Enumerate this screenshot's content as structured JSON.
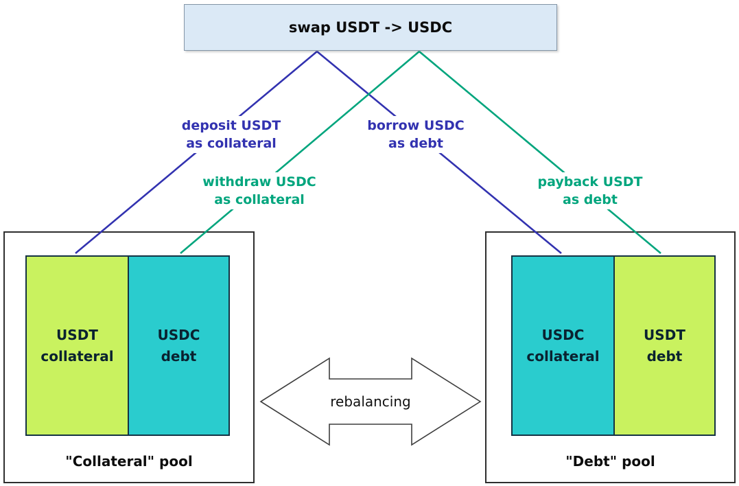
{
  "diagram": {
    "title": "swap USDT -> USDC",
    "edges": [
      {
        "id": "deposit",
        "line1": "deposit USDT",
        "line2": "as collateral",
        "color": "blue"
      },
      {
        "id": "borrow",
        "line1": "borrow USDC",
        "line2": "as debt",
        "color": "blue"
      },
      {
        "id": "withdraw",
        "line1": "withdraw USDC",
        "line2": "as collateral",
        "color": "teal"
      },
      {
        "id": "payback",
        "line1": "payback USDT",
        "line2": "as debt",
        "color": "teal"
      }
    ],
    "pools": [
      {
        "caption": "\"Collateral\" pool",
        "segments": [
          {
            "line1": "USDT",
            "line2": "collateral",
            "color": "green"
          },
          {
            "line1": "USDC",
            "line2": "debt",
            "color": "cyan"
          }
        ]
      },
      {
        "caption": "\"Debt\" pool",
        "segments": [
          {
            "line1": "USDC",
            "line2": "collateral",
            "color": "cyan"
          },
          {
            "line1": "USDT",
            "line2": "debt",
            "color": "green"
          }
        ]
      }
    ],
    "rebalancing_label": "rebalancing",
    "colors": {
      "blue": "#3232b0",
      "teal": "#00a57d",
      "green": "#c9f25f",
      "cyan": "#2accce",
      "box_fill": "#dbe9f6",
      "box_border": "#8395a6"
    }
  }
}
